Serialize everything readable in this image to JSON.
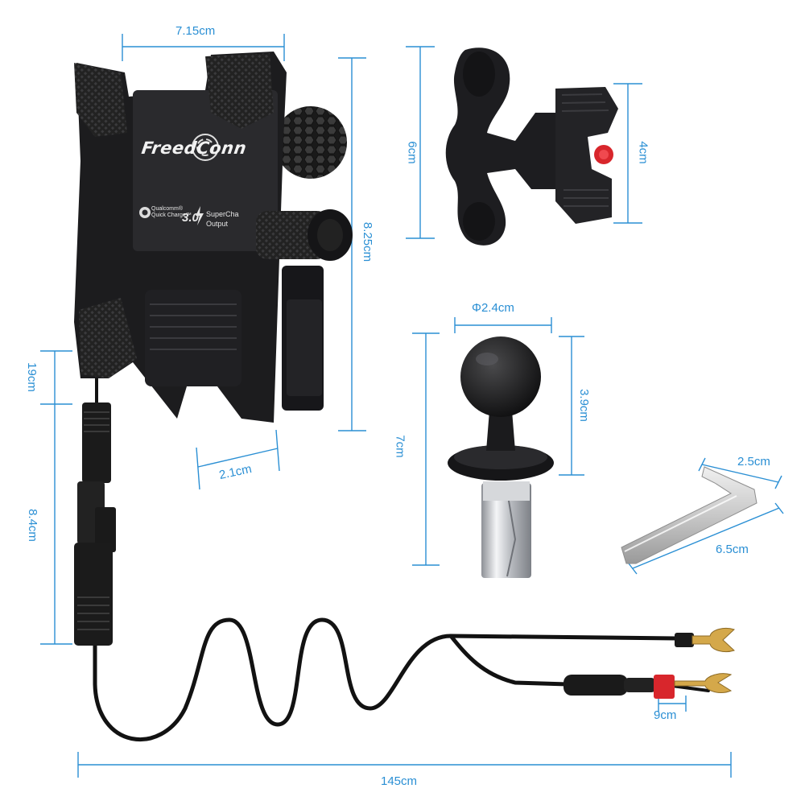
{
  "brand": "FreedConn",
  "holder_labels": {
    "qualcomm_line1": "Qualcomm®",
    "qualcomm_line2": "Quick Charge™",
    "qc_version": "3.0",
    "supercharge_line1": "SuperCha",
    "supercharge_line2": "Output"
  },
  "dimensions": {
    "holder_width": "7.15cm",
    "holder_height": "8.25cm",
    "holder_depth": "2.1cm",
    "cable_upper": "19cm",
    "cable_lower": "8.4cm",
    "arm_length": "6cm",
    "arm_knob": "4cm",
    "ball_diameter": "Φ2.4cm",
    "ball_height": "3.9cm",
    "ball_total": "7cm",
    "wrench_short": "2.5cm",
    "wrench_long": "6.5cm",
    "fuse_length": "9cm",
    "cable_total": "145cm"
  },
  "colors": {
    "dimension_line": "#2a8fd4",
    "product": "#1c1c1e",
    "fuse_cap": "#d8262c",
    "terminal": "#d4a84a",
    "chrome": "#c9cbcf"
  }
}
